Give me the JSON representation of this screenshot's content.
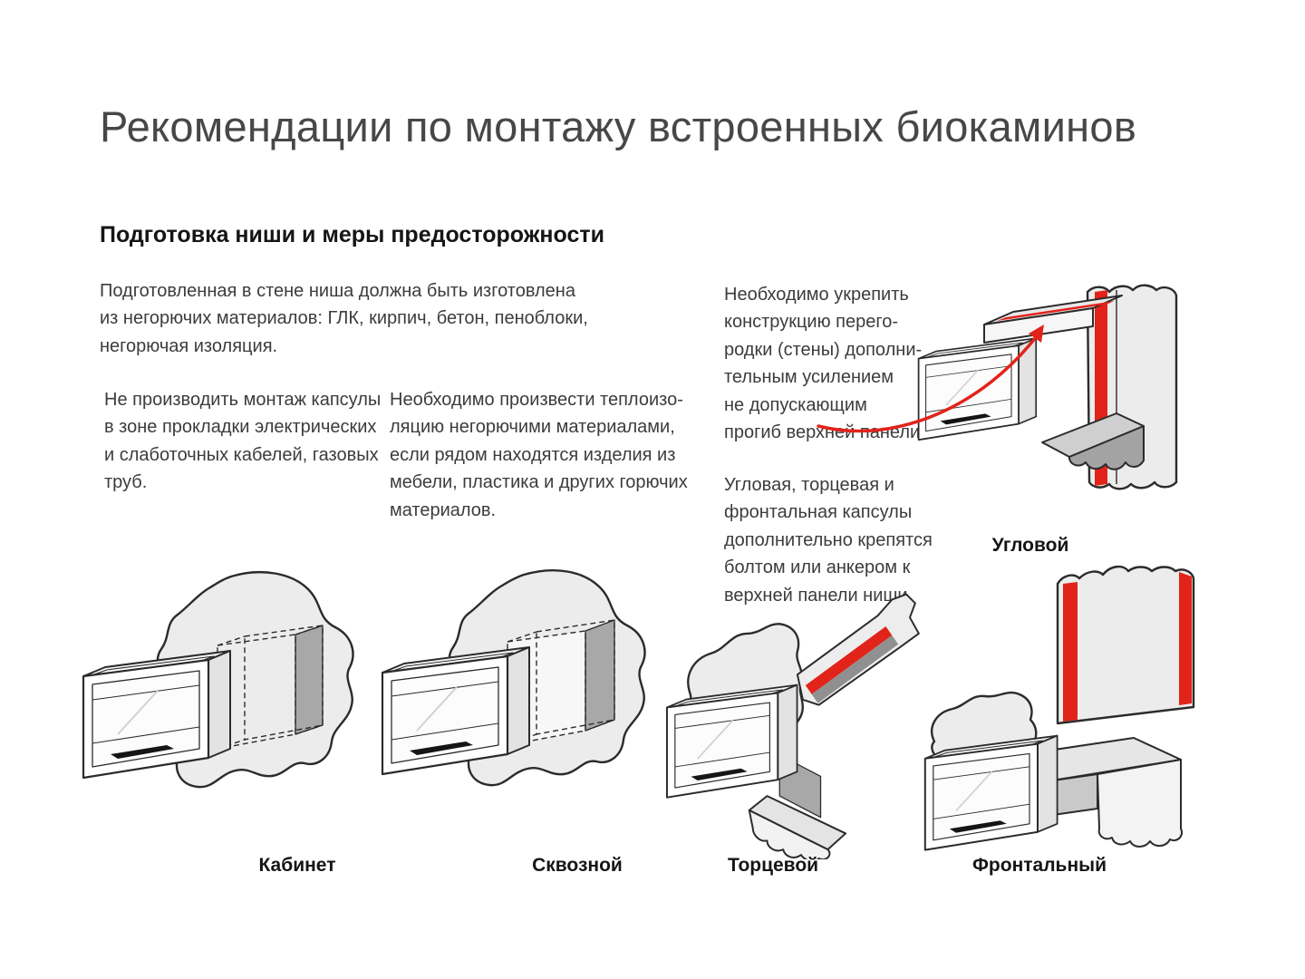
{
  "page": {
    "title": "Рекомендации по монтажу встроенных биокаминов",
    "section_heading": "Подготовка ниши и меры предосторожности",
    "notes": {
      "materials": "Подготовленная в стене ниша должна быть изготовлена\nиз негорючих материалов: ГЛК, кирпич, бетон, пеноблоки,\nнегорючая изоляция.",
      "cables": "Не производить монтаж капсулы\nв зоне прокладки электрических\nи слаботочных кабелей, газовых\nтруб.",
      "insulation": "Необходимо произвести теплоизо-\nляцию негорючими материалами,\nесли рядом находятся изделия из\nмебели, пластика и других горючих\nматериалов.",
      "reinforcement": "Необходимо укрепить\nконструкцию перего-\nродки (стены) дополни-\nтельным усилением\nне допускающим\nпрогиб верхней панели.",
      "fastening": "Угловая, торцевая и\nфронтальная капсулы\nдополнительно крепятся\nболтом или анкером к\nверхней панели ниши."
    },
    "diagrams": {
      "corner": {
        "label": "Угловой"
      },
      "cabinet": {
        "label": "Кабинет"
      },
      "through": {
        "label": "Сквозной"
      },
      "end": {
        "label": "Торцевой"
      },
      "frontal": {
        "label": "Фронтальный"
      }
    },
    "colors": {
      "accent_red": "#e2231a",
      "wall_fill": "#ececec",
      "outline": "#2b2b2b",
      "niche_shade": "#a8a8a8"
    }
  }
}
